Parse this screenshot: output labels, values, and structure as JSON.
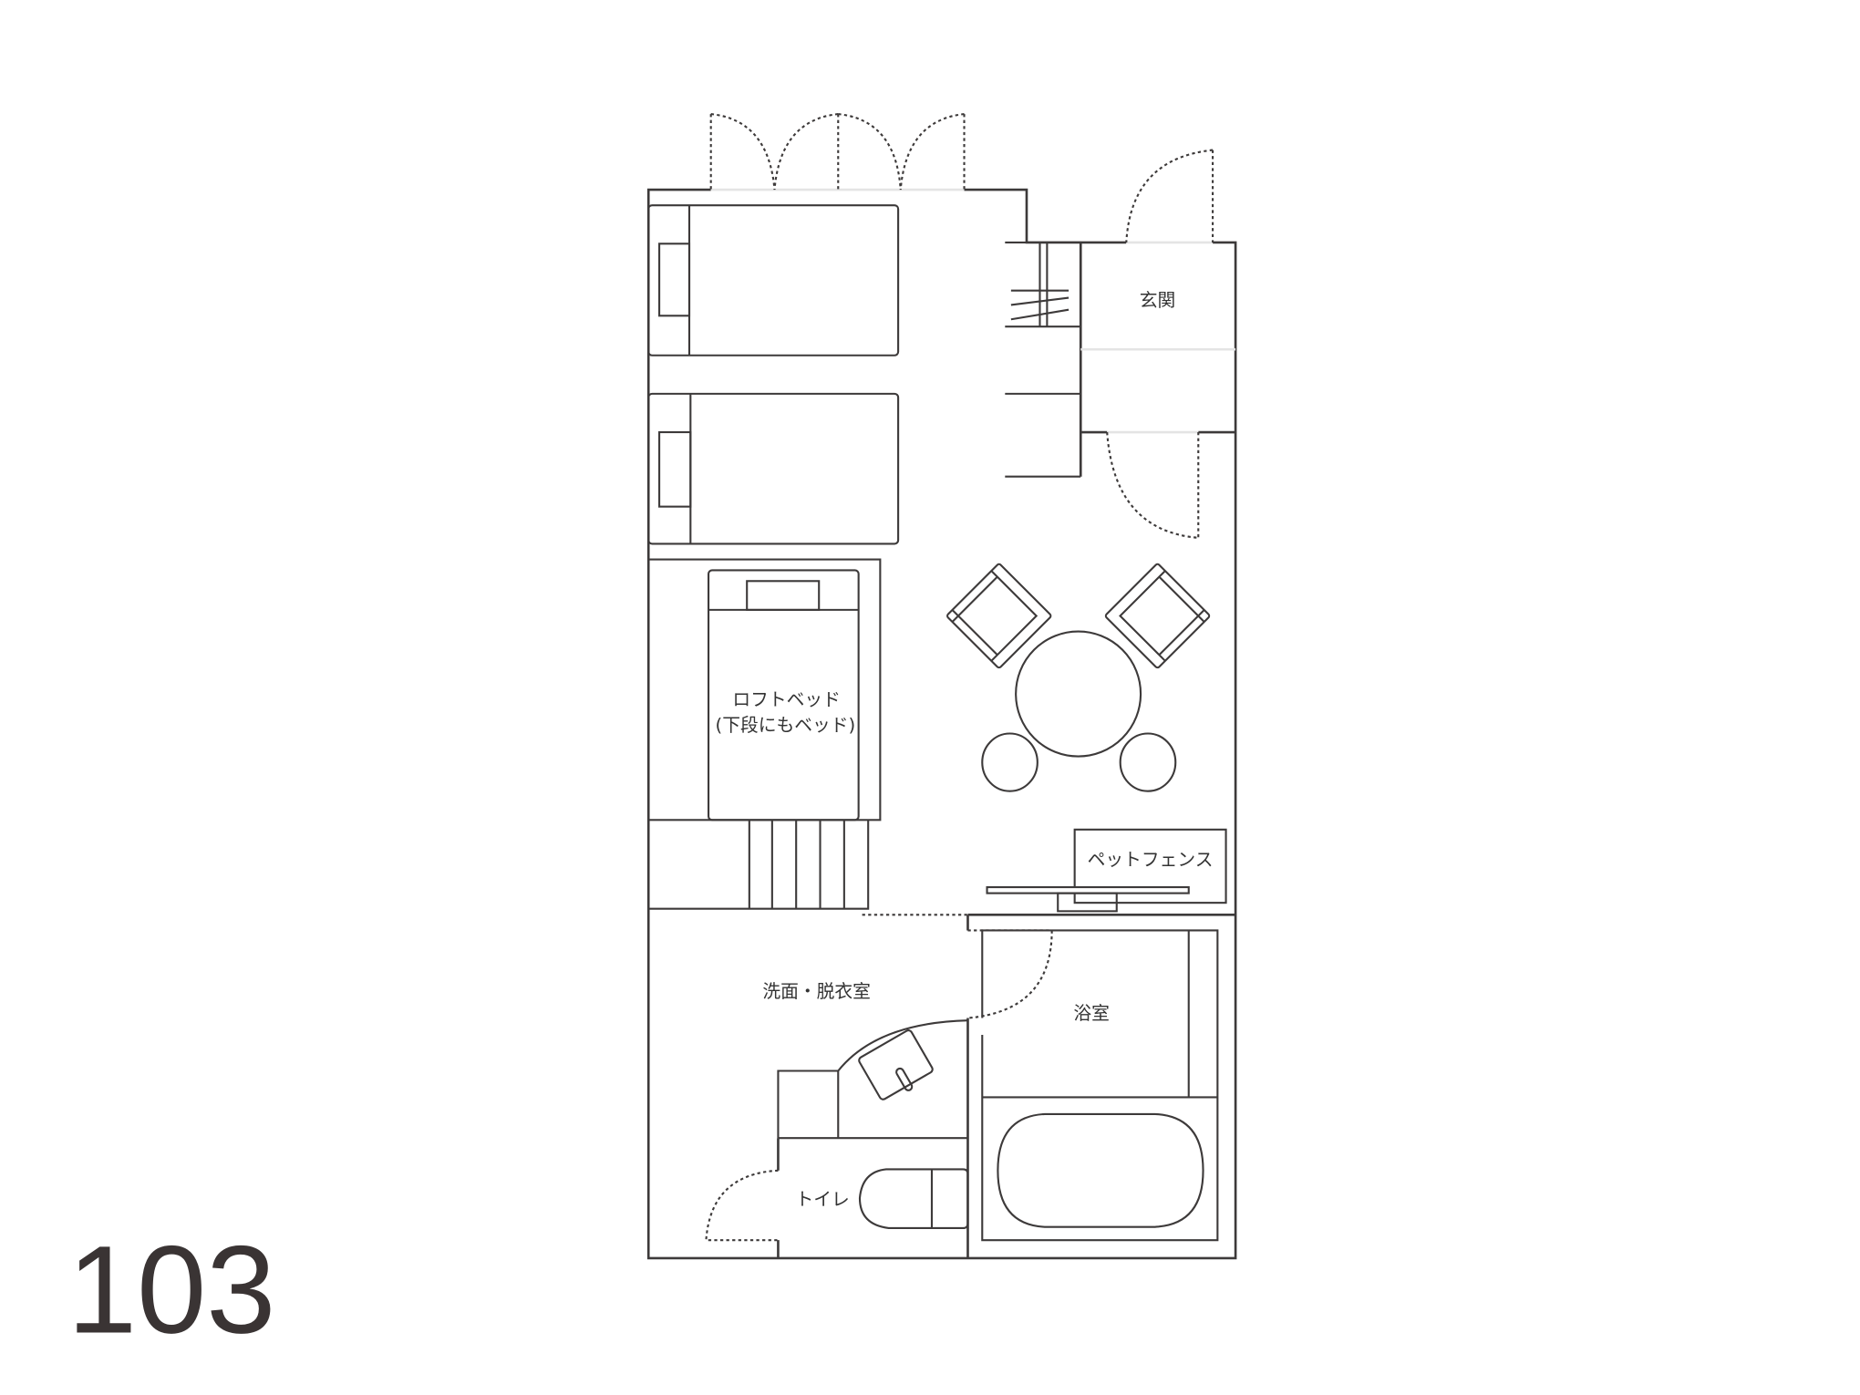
{
  "room_number": "103",
  "labels": {
    "entrance": "玄関",
    "loft_bed_line1": "ロフトベッド",
    "loft_bed_line2": "(下段にもベッド)",
    "pet_fence": "ペットフェンス",
    "washroom": "洗面・脱衣室",
    "bathroom": "浴室",
    "toilet": "トイレ"
  },
  "colors": {
    "line": "#3d3a3a",
    "text": "#333333",
    "room_number": "#3a3434"
  }
}
